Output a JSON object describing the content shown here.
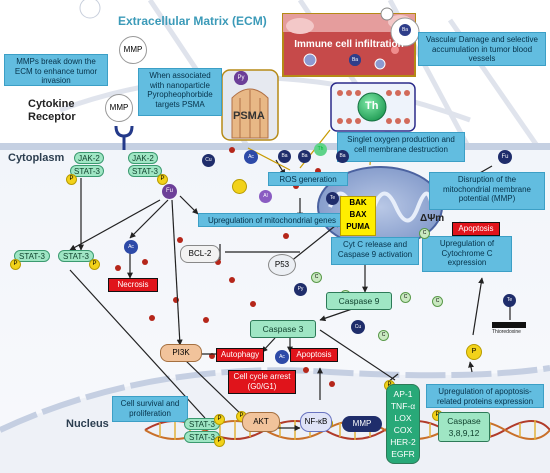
{
  "regions": {
    "ecm": "Extracellular Matrix (ECM)",
    "cytokine_receptor": "Cytokine\nReceptor",
    "cytoplasm": "Cytoplasm",
    "nucleus": "Nucleus"
  },
  "callouts": {
    "mmps": "MMPs break down the ECM to enhance tumor invasion",
    "psma_note": "When associated with nanoparticle Pyropheophorbide targets PSMA",
    "immune": "Immune cell infiltration",
    "vascular": "Vascular Damage and selective accumulation in tumor blood vessels",
    "singlet": "Singlet oxygen production and cell membrane destruction",
    "ros": "ROS generation",
    "mito_genes": "Upregulation of mitochondrial genes",
    "disruption": "Disruption of the mitochondrial membrane potential (MMP)",
    "cytc": "Cyt C release and Caspase 9 activation",
    "upreg_cytc": "Upregulation of Cytochrome C expression",
    "survival": "Cell survival and proliferation",
    "apop_genes": "Upregulation of apoptosis-related proteins expression"
  },
  "labels": {
    "mmp": "MMP",
    "psma": "PSMA",
    "th": "Th",
    "py": "Py",
    "fu": "Fu",
    "ba": "Ba",
    "ac": "Ac",
    "al": "Al",
    "te": "Te",
    "cu": "Cu",
    "c": "C",
    "p": "P",
    "delta_psi": "ΔΨm",
    "thioredoxine": "Thioredoxine",
    "jak2": "JAK-2",
    "stat3": "STAT-3",
    "bcl2": "BCL-2",
    "p53": "P53",
    "bak_bax_puma": "BAK\nBAX\nPUMA",
    "pi3k": "PI3K",
    "akt": "AKT",
    "nfkb": "NF-κB",
    "caspase9": "Caspase 9",
    "caspase3": "Caspase 3",
    "caspase_multi": "Caspase\n3,8,9,12",
    "ap1_group": "AP-1\nTNF-α\nLOX\nCOX\nHER-2\nEGFR"
  },
  "outcomes": {
    "necrosis": "Necrosis",
    "autophagy": "Autophagy",
    "apoptosis_mid": "Apoptosis",
    "apoptosis_right": "Apoptosis",
    "cell_cycle": "Cell cycle arrest\n(G0/G1)"
  },
  "colors": {
    "callout_bg": "#62bde0",
    "outcome_red": "#e0141b",
    "protein_green": "#9fe6c4",
    "membrane": "#c5d0e2",
    "ecm_title": "#3b9ab8",
    "compound_navy": "#1f2d6b",
    "phosphate_yellow": "#f2d21a"
  }
}
